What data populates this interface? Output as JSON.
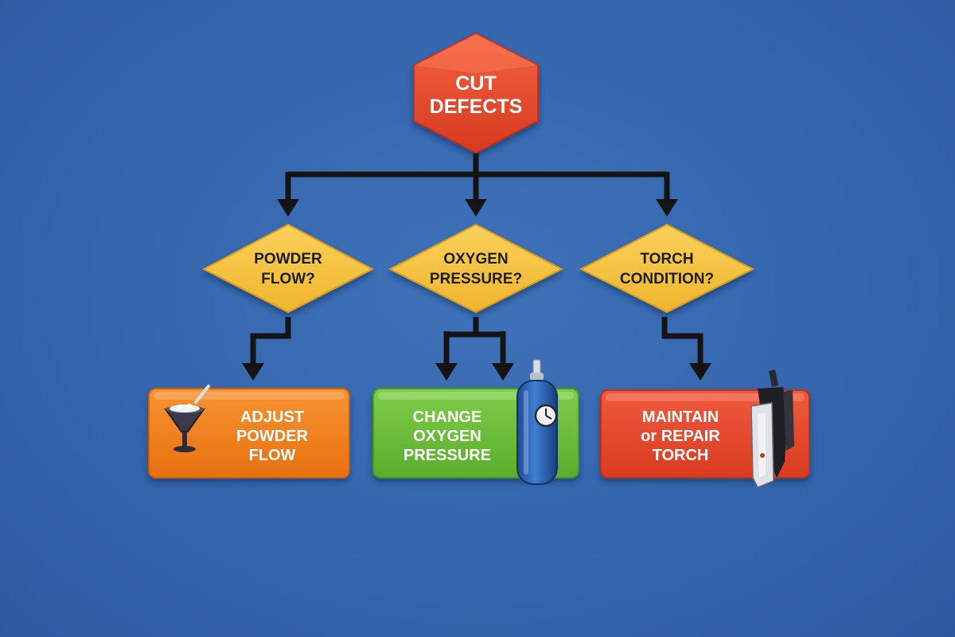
{
  "root": {
    "lines": [
      "CUT",
      "DEFECTS"
    ],
    "color": "#e8452c"
  },
  "decisions": [
    {
      "lines": [
        "POWDER",
        "FLOW?"
      ],
      "color": "#f5c243"
    },
    {
      "lines": [
        "OXYGEN",
        "PRESSURE?"
      ],
      "color": "#f5c243"
    },
    {
      "lines": [
        "TORCH",
        "CONDITION?"
      ],
      "color": "#f5c243"
    }
  ],
  "actions": [
    {
      "lines": [
        "ADJUST",
        "POWDER",
        "FLOW"
      ],
      "color": "#f07d1f",
      "icon": "powder-funnel-icon"
    },
    {
      "lines": [
        "CHANGE",
        "OXYGEN",
        "PRESSURE"
      ],
      "color": "#6cbf3a",
      "icon": "oxygen-cylinder-icon"
    },
    {
      "lines": [
        "MAINTAIN",
        "or REPAIR",
        "TORCH"
      ],
      "color": "#e8452c",
      "icon": "cutting-torch-icon"
    }
  ],
  "colors": {
    "background": "#3566ad",
    "connector": "#141414"
  }
}
